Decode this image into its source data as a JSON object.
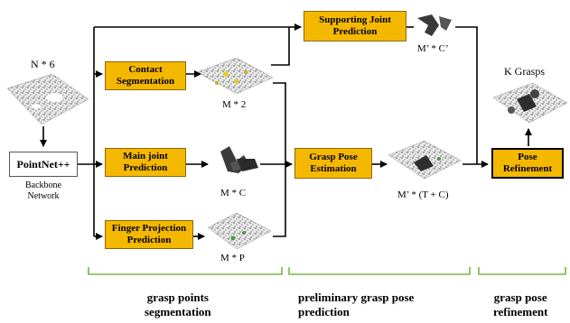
{
  "input_label": "N * 6",
  "backbone": {
    "name": "PointNet++",
    "caption": "Backbone\nNetwork"
  },
  "boxes": {
    "contact": "Contact\nSegmentation",
    "main_joint": "Main joint\nPrediction",
    "finger": "Finger Projection\nPrediction",
    "supporting": "Supporting Joint\nPrediction",
    "grasp_pose": "Grasp Pose\nEstimation",
    "refine": "Pose\nRefinement"
  },
  "dims": {
    "contact": "M * 2",
    "main_joint": "M * C",
    "finger": "M * P",
    "supporting": "M’ * C’",
    "grasp_pose": "M’ * (T + C)",
    "output": "K Grasps"
  },
  "stages": {
    "s1": "grasp points\nsegmentation",
    "s2": "preliminary grasp pose\nprediction",
    "s3": "grasp pose\nrefinement"
  },
  "colors": {
    "box_fill": "#f5b800",
    "bracket": "#7ab648",
    "highlight": "#e8d020"
  }
}
